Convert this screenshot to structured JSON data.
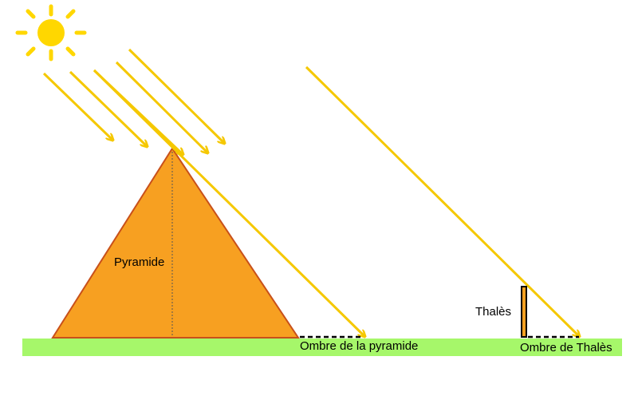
{
  "labels": {
    "pyramid": "Pyramide",
    "thales": "Thalès",
    "pyramid_shadow": "Ombre de la pyramide",
    "thales_shadow": "Ombre de Thalès"
  },
  "colors": {
    "sun": "#FFD700",
    "sunbeam": "#F5C800",
    "pyramid_fill": "#F7A021",
    "pyramid_stroke": "#C8501A",
    "ground": "#A6F76A",
    "shadow_dash": "#000000",
    "thales_fill": "#F7A021",
    "thales_stroke": "#000000"
  },
  "icons": {
    "sun": "sun-icon"
  }
}
